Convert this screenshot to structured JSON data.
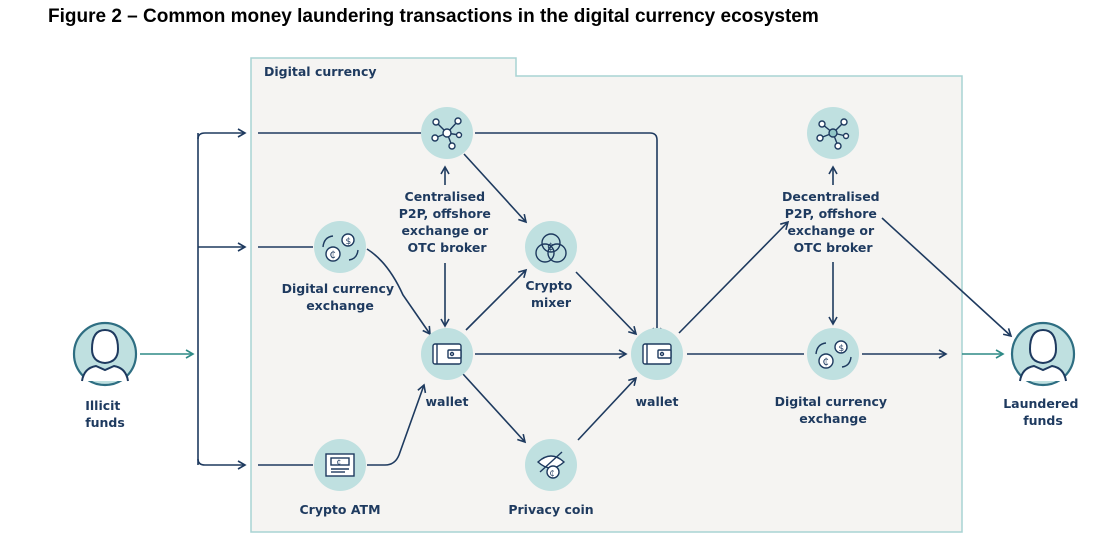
{
  "title": "Figure 2 – Common money laundering transactions in the digital currency ecosystem",
  "panel_label": "Digital currency",
  "nodes": {
    "illicit": [
      "Illicit",
      "funds"
    ],
    "laundered": [
      "Laundered",
      "funds"
    ],
    "central": [
      "Centralised",
      "P2P, offshore",
      "exchange or",
      "OTC broker"
    ],
    "dcx_left": [
      "Digital currency",
      "exchange"
    ],
    "atm": [
      "Crypto ATM"
    ],
    "wallet1": [
      "wallet"
    ],
    "mixer": [
      "Crypto",
      "mixer"
    ],
    "privacy": [
      "Privacy coin"
    ],
    "wallet2": [
      "wallet"
    ],
    "decentral": [
      "Decentralised",
      "P2P, offshore",
      "exchange or",
      "OTC broker"
    ],
    "dcx_right": [
      "Digital currency",
      "exchange"
    ]
  },
  "colors": {
    "circle_fill": "#bfe0e0",
    "circle_stroke": "#8fc5c6",
    "navy": "#1e3a5f",
    "teal": "#2e8a86",
    "panel_bg": "#f5f4f2",
    "panel_border": "#a8d3d3"
  }
}
